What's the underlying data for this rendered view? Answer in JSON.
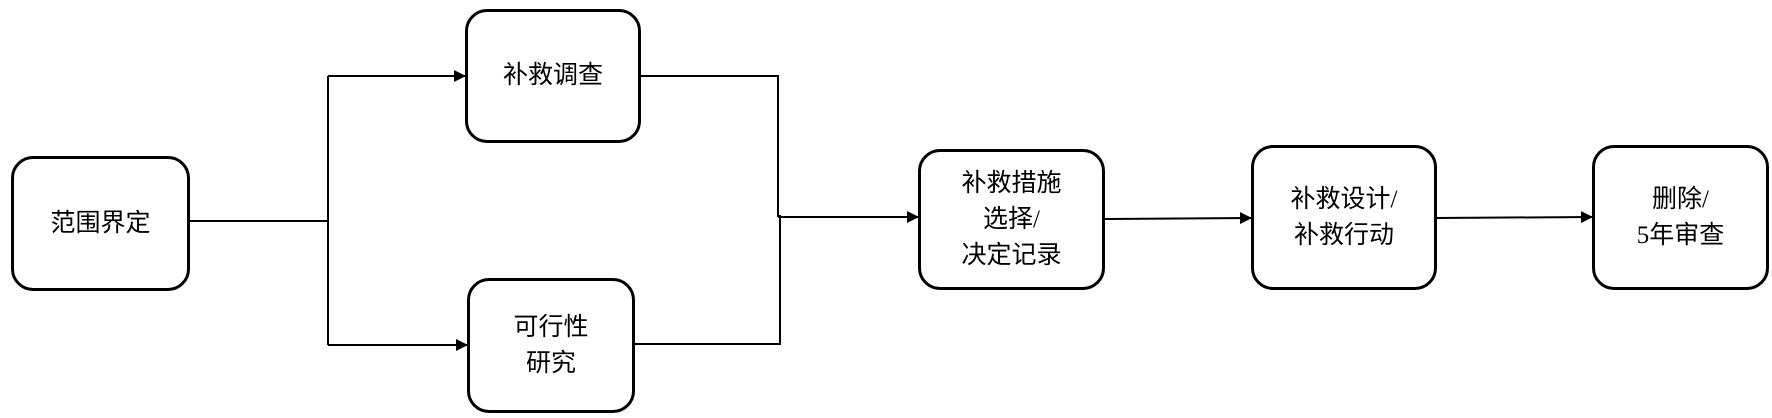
{
  "nodes": {
    "scope": {
      "lines": [
        "范围界定"
      ]
    },
    "investigation": {
      "lines": [
        "补救调查"
      ]
    },
    "feasibility": {
      "lines": [
        "可行性",
        "研究"
      ]
    },
    "selection": {
      "lines": [
        "补救措施",
        "选择/",
        "决定记录"
      ]
    },
    "design": {
      "lines": [
        "补救设计/",
        "补救行动"
      ]
    },
    "deletion": {
      "lines": [
        "删除/",
        "5年审查"
      ]
    }
  },
  "colors": {
    "stroke": "#000000",
    "background": "#ffffff"
  }
}
